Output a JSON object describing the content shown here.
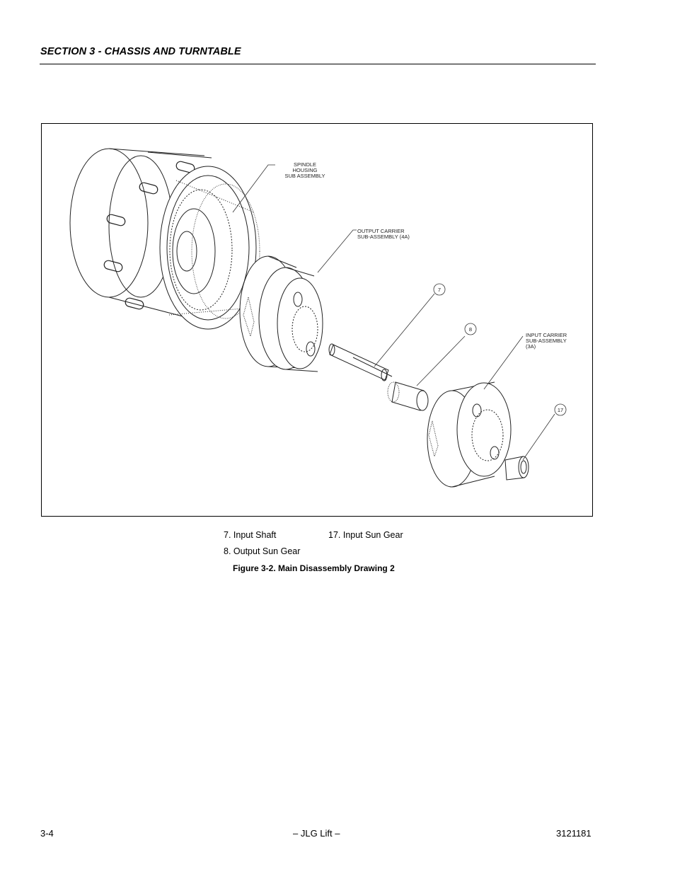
{
  "header": {
    "section_title": "SECTION 3 - CHASSIS AND TURNTABLE"
  },
  "figure": {
    "callouts": {
      "spindle": [
        "SPINDLE",
        "HOUSING",
        "SUB ASSEMBLY"
      ],
      "output_carrier": [
        "OUTPUT CARRIER",
        "SUB-ASSEMBLY (4A)"
      ],
      "input_carrier": [
        "INPUT CARRIER",
        "SUB-ASSEMBLY",
        "(3A)"
      ],
      "num_7": "7",
      "num_8": "8",
      "num_17": "17"
    },
    "legend": {
      "item7": "7.   Input Shaft",
      "item17": "17. Input Sun Gear",
      "item8": "8.   Output Sun Gear"
    },
    "caption": "Figure 3-2.  Main Disassembly Drawing 2"
  },
  "footer": {
    "page_number": "3-4",
    "center": "– JLG Lift –",
    "doc_number": "3121181"
  }
}
